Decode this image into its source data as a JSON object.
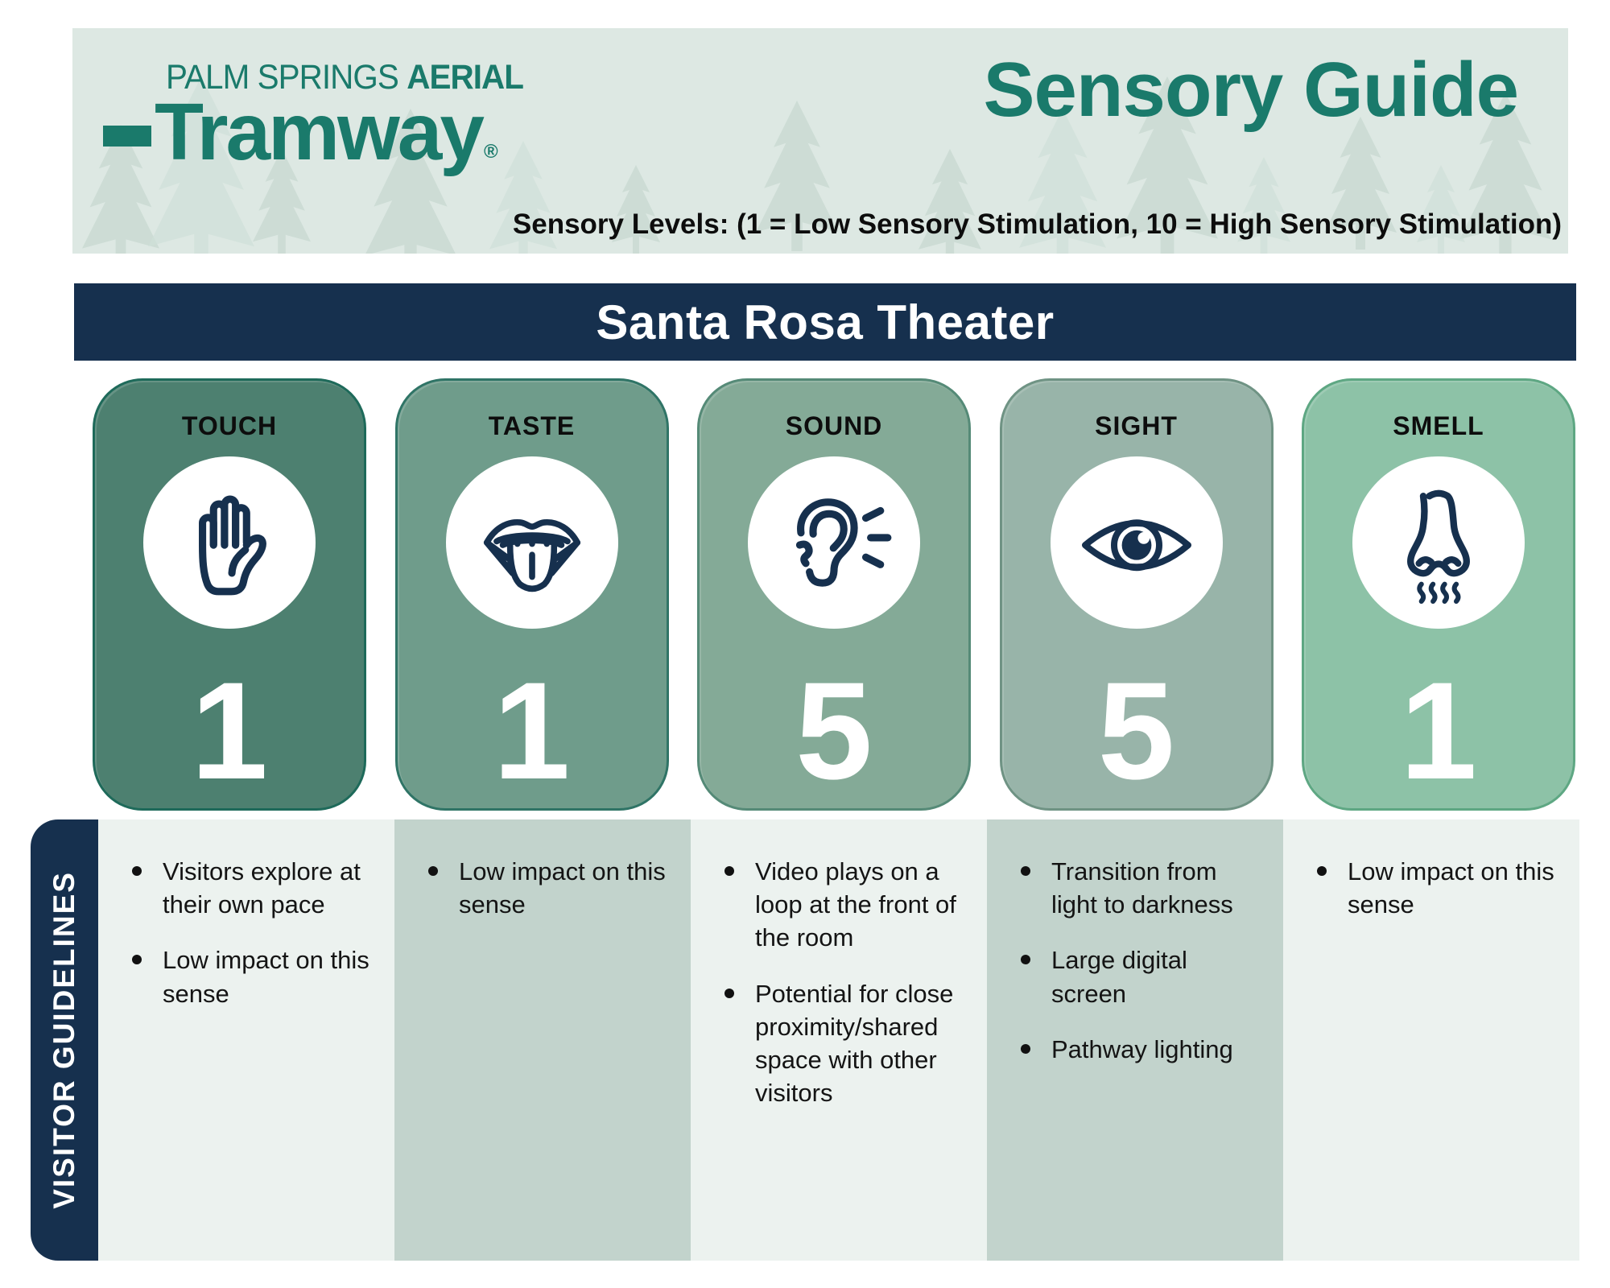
{
  "header": {
    "logo": {
      "line1_regular": "PALM SPRINGS ",
      "line1_bold": "AERIAL",
      "main": "Tramway",
      "registered": "®"
    },
    "title": "Sensory Guide",
    "subtitle": "Sensory Levels: (1 = Low Sensory Stimulation, 10 = High Sensory Stimulation)"
  },
  "banner": {
    "title": "Santa Rosa Theater"
  },
  "sidebar": {
    "label": "VISITOR GUIDELINES"
  },
  "senses": [
    {
      "name": "TOUCH",
      "icon": "hand-icon",
      "level": "1",
      "card_color": "#4d8070",
      "border_color": "#1e6a5a",
      "guideline_bg": "#ecf2ef",
      "bullets": [
        "Visitors explore at their own pace",
        "Low impact on this sense"
      ]
    },
    {
      "name": "TASTE",
      "icon": "tongue-icon",
      "level": "1",
      "card_color": "#6f9c8b",
      "border_color": "#2f7466",
      "guideline_bg": "#c2d3cc",
      "bullets": [
        "Low impact on this sense"
      ]
    },
    {
      "name": "SOUND",
      "icon": "ear-icon",
      "level": "5",
      "card_color": "#84aa97",
      "border_color": "#558a77",
      "guideline_bg": "#ecf2ef",
      "bullets": [
        "Video plays on a loop at the front of the room",
        "Potential for close proximity/shared space with other visitors"
      ]
    },
    {
      "name": "SIGHT",
      "icon": "eye-icon",
      "level": "5",
      "card_color": "#98b4a9",
      "border_color": "#6f9384",
      "guideline_bg": "#c2d3cc",
      "bullets": [
        "Transition from light to darkness",
        "Large digital screen",
        "Pathway lighting"
      ]
    },
    {
      "name": "SMELL",
      "icon": "nose-icon",
      "level": "1",
      "card_color": "#8dc2a7",
      "border_color": "#5ea783",
      "guideline_bg": "#ecf2ef",
      "bullets": [
        "Low impact on this sense"
      ]
    }
  ],
  "colors": {
    "header_bg": "#dde8e3",
    "tree_silhouette": "#c7d9d1",
    "accent_teal": "#1a7a6b",
    "navy": "#16304e",
    "icon_navy": "#16304e",
    "guideline_light": "#ecf2ef",
    "guideline_sage": "#c2d3cc",
    "page_bg": "#ffffff"
  }
}
